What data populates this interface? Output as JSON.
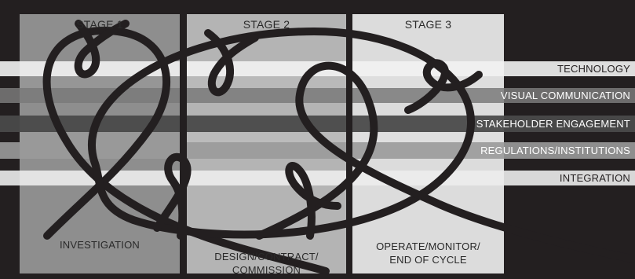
{
  "stages": [
    {
      "title": "STAGE 1",
      "bottom_label": "INVESTIGATION"
    },
    {
      "title": "STAGE 2",
      "bottom_label": "DESIGN/CONTRACT/\nCOMMISSION"
    },
    {
      "title": "STAGE 3",
      "bottom_label": "OPERATE/MONITOR/\nEND OF CYCLE"
    }
  ],
  "bands": [
    {
      "label": "TECHNOLOGY"
    },
    {
      "label": "VISUAL COMMUNICATION"
    },
    {
      "label": "STAKEHOLDER ENGAGEMENT"
    },
    {
      "label": "REGULATIONS/INSTITUTIONS"
    },
    {
      "label": "INTEGRATION"
    }
  ],
  "colors": {
    "background": "#231f20",
    "stage1": "#8e8e8e",
    "stage2": "#b4b4b4",
    "stage3": "#dcdcdc",
    "loop": "#231f20"
  }
}
